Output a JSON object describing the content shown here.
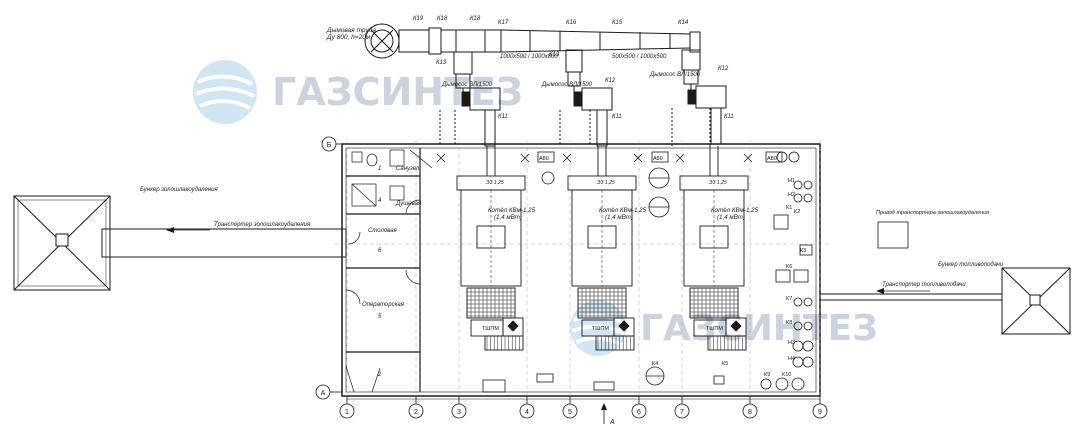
{
  "watermark": {
    "brand": "ГАЗСИНТЕЗ"
  },
  "chimney": {
    "label_line1": "Дымовая труба",
    "label_line2": "Ду 800, h=20м"
  },
  "duct": {
    "marks": [
      "К19",
      "К18",
      "К18",
      "К17",
      "К16",
      "К15",
      "К14",
      "К13",
      "К13",
      "К12",
      "К12",
      "К11",
      "К11",
      "К11"
    ],
    "size_left": "1000х500 / 1000х800",
    "size_right": "500х500 / 1000х500"
  },
  "exhausters": [
    {
      "label": "Дымосос ВЛ/1500"
    },
    {
      "label": "Дымосос ВЛ/1500"
    },
    {
      "label": "Дымосос ВЛ/1500"
    }
  ],
  "boilers": [
    {
      "title": "Котёл КВм-1,25",
      "power": "(1,4 мВт)",
      "plate": "ЭЗ 1,25"
    },
    {
      "title": "Котёл КВм-1,25",
      "power": "(1,4 мВт)",
      "plate": "ЭЗ 1,25"
    },
    {
      "title": "Котёл КВм-1,25",
      "power": "(1,4 мВт)",
      "plate": "ЭЗ 1,25"
    }
  ],
  "furnace_label": "ТШПМ",
  "rooms": [
    {
      "name": "Санузел",
      "no": "1"
    },
    {
      "name": "Душевая",
      "no": "4"
    },
    {
      "name": "Столовая",
      "no": "6"
    },
    {
      "name": "Операторская",
      "no": "5"
    },
    {
      "name": "",
      "no": "2"
    }
  ],
  "bunker_left": "Бункер золошлакоудаления",
  "conveyor_left": "Транспортер золошлакоудаления",
  "bunker_right": "Бункер топливоподачи",
  "conveyor_right": "Транспортер топливоподачи",
  "drive_label": "Привод транспортера золошлакоудаления",
  "axes": {
    "columns": [
      "1",
      "2",
      "3",
      "4",
      "5",
      "6",
      "7",
      "8",
      "9"
    ],
    "rows": [
      "А",
      "Б"
    ]
  },
  "equipment_tags": [
    "А80",
    "А80",
    "А80",
    "К4",
    "К5",
    "К9",
    "К10",
    "К1",
    "К2",
    "К3",
    "К6",
    "К7",
    "К8",
    "Н1",
    "Н2",
    "Н3",
    "Н4"
  ],
  "section_marker": "А",
  "colors": {
    "line": "#1a1a1a",
    "watermark": "#9fb0c4",
    "watermark_swirl": "#a8d2ea"
  }
}
